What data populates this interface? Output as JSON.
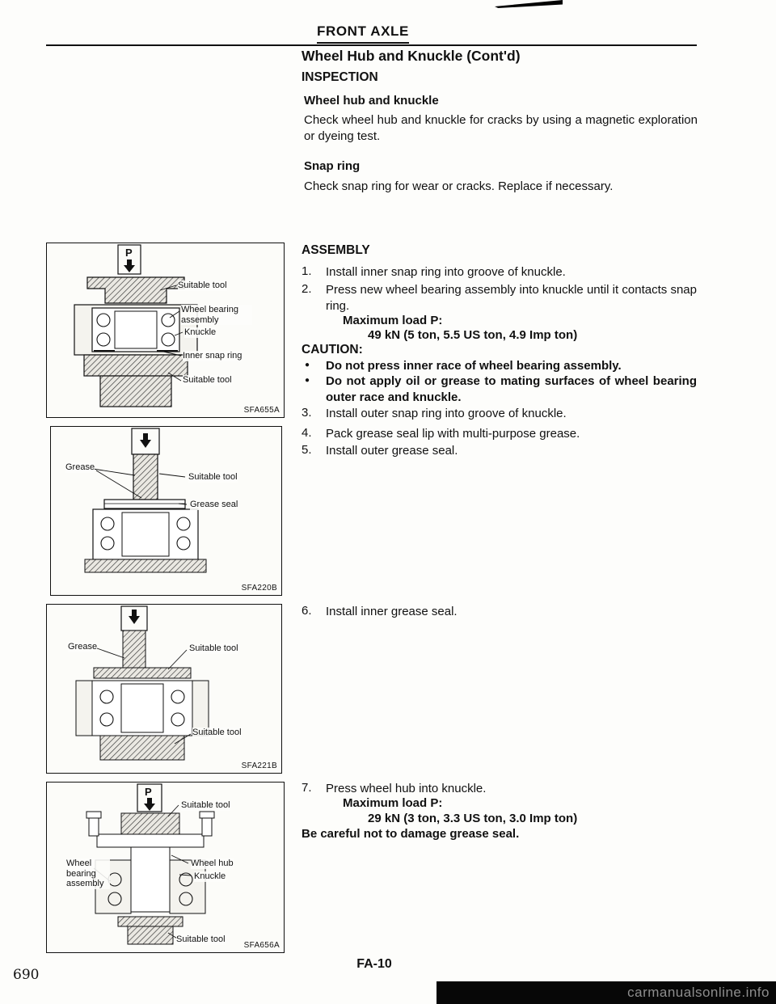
{
  "page": {
    "header": "FRONT AXLE",
    "title": "Wheel Hub and Knuckle (Cont'd)",
    "footer_code": "FA-10",
    "page_number": "690",
    "watermark": "carmanualsonline.info"
  },
  "inspection": {
    "heading": "INSPECTION",
    "wheel_hub": {
      "heading": "Wheel hub and knuckle",
      "body": "Check wheel hub and knuckle for cracks by using a magnetic exploration or dyeing test."
    },
    "snap_ring": {
      "heading": "Snap ring",
      "body": "Check snap ring for wear or cracks. Replace if necessary."
    }
  },
  "assembly": {
    "heading": "ASSEMBLY",
    "bullet": "●",
    "step1": {
      "num": "1.",
      "text": "Install inner snap ring into groove of knuckle."
    },
    "step2": {
      "num": "2.",
      "text": "Press new wheel bearing assembly into knuckle until it contacts snap ring.",
      "load_label": "Maximum load P:",
      "load_value": "49 kN (5 ton, 5.5 US ton, 4.9 Imp ton)"
    },
    "caution": {
      "heading": "CAUTION:",
      "item1": "Do not press inner race of wheel bearing assembly.",
      "item2": "Do not apply oil or grease to mating surfaces of wheel bearing outer race and knuckle."
    },
    "step3": {
      "num": "3.",
      "text": "Install outer snap ring into groove of knuckle."
    },
    "step4": {
      "num": "4.",
      "text": "Pack grease seal lip with multi-purpose grease."
    },
    "step5": {
      "num": "5.",
      "text": "Install outer grease seal."
    },
    "step6": {
      "num": "6.",
      "text": "Install inner grease seal."
    },
    "step7": {
      "num": "7.",
      "text": "Press wheel hub into knuckle.",
      "load_label": "Maximum load P:",
      "load_value": "29 kN (3 ton, 3.3 US ton, 3.0 Imp ton)",
      "note": "Be careful not to damage grease seal."
    }
  },
  "figures": {
    "fig1": {
      "press": "P",
      "code": "SFA655A",
      "suitable_tool_top": "Suitable tool",
      "wheel_bearing": "Wheel bearing assembly",
      "knuckle": "Knuckle",
      "inner_snap_ring": "Inner snap ring",
      "suitable_tool_bottom": "Suitable tool"
    },
    "fig2": {
      "code": "SFA220B",
      "grease": "Grease",
      "suitable_tool": "Suitable tool",
      "grease_seal": "Grease seal"
    },
    "fig3": {
      "code": "SFA221B",
      "grease": "Grease",
      "suitable_tool_top": "Suitable tool",
      "suitable_tool_bottom": "Suitable tool"
    },
    "fig4": {
      "press": "P",
      "code": "SFA656A",
      "suitable_tool_top": "Suitable tool",
      "wheel_hub": "Wheel hub",
      "knuckle": "Knuckle",
      "wheel_bearing": "Wheel bearing assembly",
      "suitable_tool_bottom": "Suitable tool"
    }
  }
}
